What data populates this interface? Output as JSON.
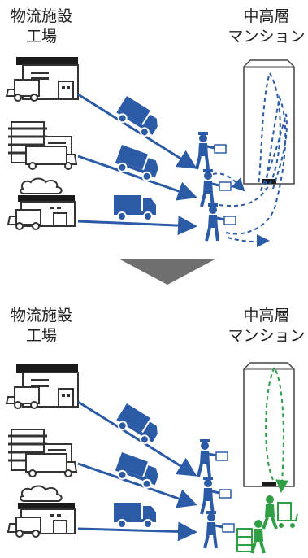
{
  "panels": [
    {
      "id": "before",
      "left_label": [
        "物流施設",
        "工場"
      ],
      "right_label": [
        "中高層",
        "マンション"
      ]
    },
    {
      "id": "after",
      "left_label": [
        "物流施設",
        "工場"
      ],
      "right_label": [
        "中高層",
        "マンション"
      ]
    }
  ],
  "colors": {
    "blue": "#2b5aa6",
    "green": "#2f9e44",
    "arrow_gray": "#6f6f6f",
    "building_outline": "#333333"
  },
  "icons": [
    "warehouse-icon",
    "factory-building-icon",
    "factory-icon",
    "truck-icon",
    "delivery-person-icon",
    "high-rise-building-icon",
    "down-arrow-icon",
    "hand-cart-icon"
  ]
}
